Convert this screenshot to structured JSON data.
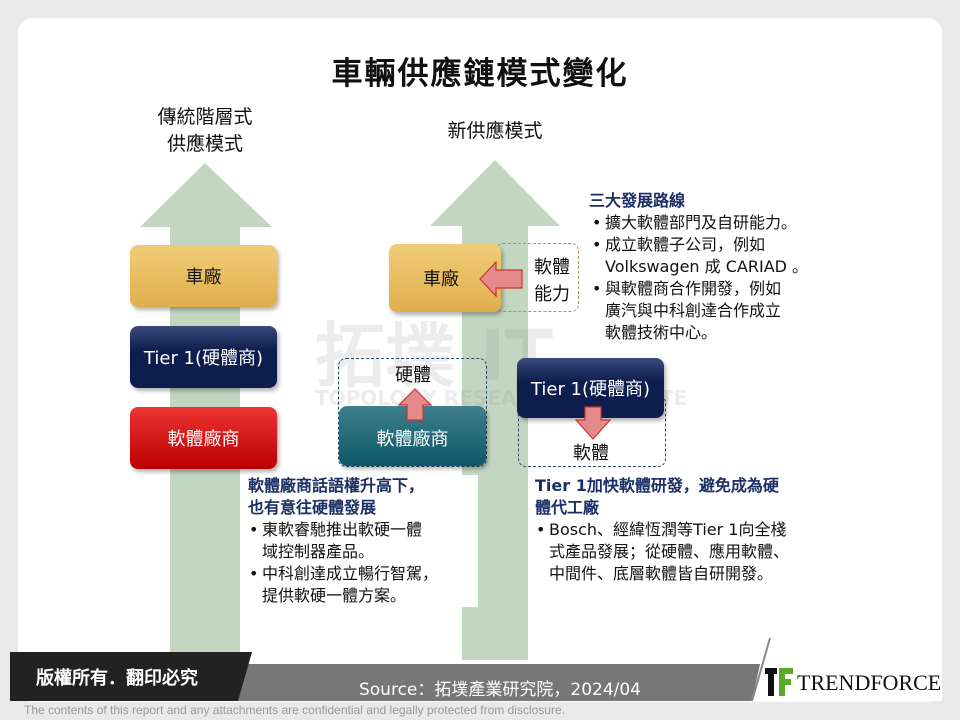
{
  "title": "車輛供應鏈模式變化",
  "left": {
    "label_lines": [
      "傳統階層式",
      "供應模式"
    ],
    "boxes": [
      "車廠",
      "Tier 1(硬體商)",
      "軟體廠商"
    ],
    "heading_lines": [
      "軟體廠商話語權升高下，",
      "也有意往硬體發展"
    ],
    "bullets": [
      [
        "東軟睿馳推出軟硬一體",
        "域控制器產品。"
      ],
      [
        "中科創達成立暢行智駕，",
        "提供軟硬一體方案。"
      ]
    ]
  },
  "middle": {
    "label": "新供應模式",
    "oem_box": "車廠",
    "capability_lines": [
      "軟體",
      "能力"
    ],
    "hardware_label": "硬體",
    "software_vendor_box": "軟體廠商"
  },
  "right": {
    "tier1_box": "Tier 1(硬體商)",
    "software_label": "軟體",
    "paths_heading": "三大發展路線",
    "paths": [
      [
        "擴大軟體部門及自研能力。"
      ],
      [
        "成立軟體子公司，例如",
        "Volkswagen 成 CARIAD 。"
      ],
      [
        "與軟體商合作開發，例如",
        "廣汽與中科創達合作成立",
        "軟體技術中心。"
      ]
    ],
    "heading_lines": [
      "Tier  1加快軟體研發，避免成為硬",
      "體代工廠"
    ],
    "bullets": [
      [
        "Bosch、經緯恆潤等Tier 1向全棧",
        "式產品發展；從硬體、應用軟體、",
        "中間件、底層軟體皆自研開發。"
      ]
    ]
  },
  "watermark": {
    "cn": "拓墣 IT",
    "en": "TOPOLOGY RESEARCH INSTITUTE"
  },
  "footer": {
    "copyright": "版權所有．翻印必究",
    "source": "Source：拓墣產業研究院，2024/04",
    "brand": "TRENDFORCE",
    "disclaimer": "The contents of this report and any attachments are confidential and legally protected from disclosure."
  },
  "colors": {
    "arrow_green": "#c2d6c2",
    "navy": "#0d1d4d",
    "heading": "#1b2f66",
    "red": "#cc1111",
    "teal": "#0a5868",
    "yellow": "#e8be60"
  }
}
